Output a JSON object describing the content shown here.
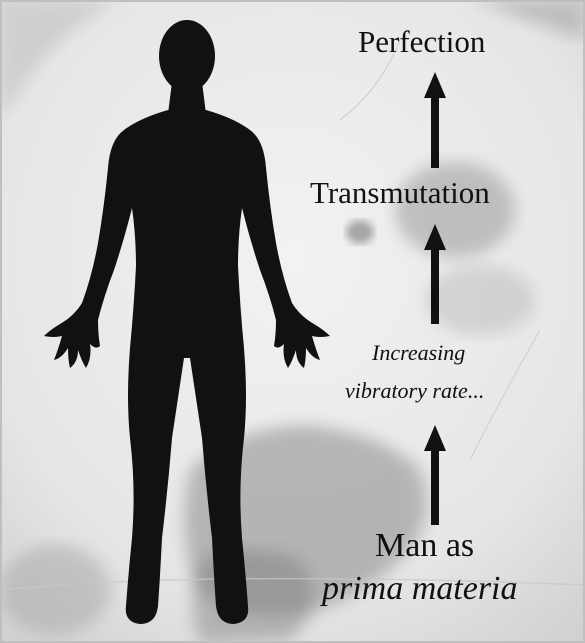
{
  "labels": {
    "perfection": "Perfection",
    "transmutation": "Transmutation",
    "increasing_line1": "Increasing",
    "increasing_line2": "vibratory rate...",
    "man_as": "Man as",
    "prima_materia": "prima materia"
  },
  "colors": {
    "ink": "#111111",
    "paper": "#ececec",
    "stain": "#9a9a9a"
  },
  "icons": {
    "silhouette": "human-figure-silhouette",
    "arrow": "up-arrow"
  }
}
